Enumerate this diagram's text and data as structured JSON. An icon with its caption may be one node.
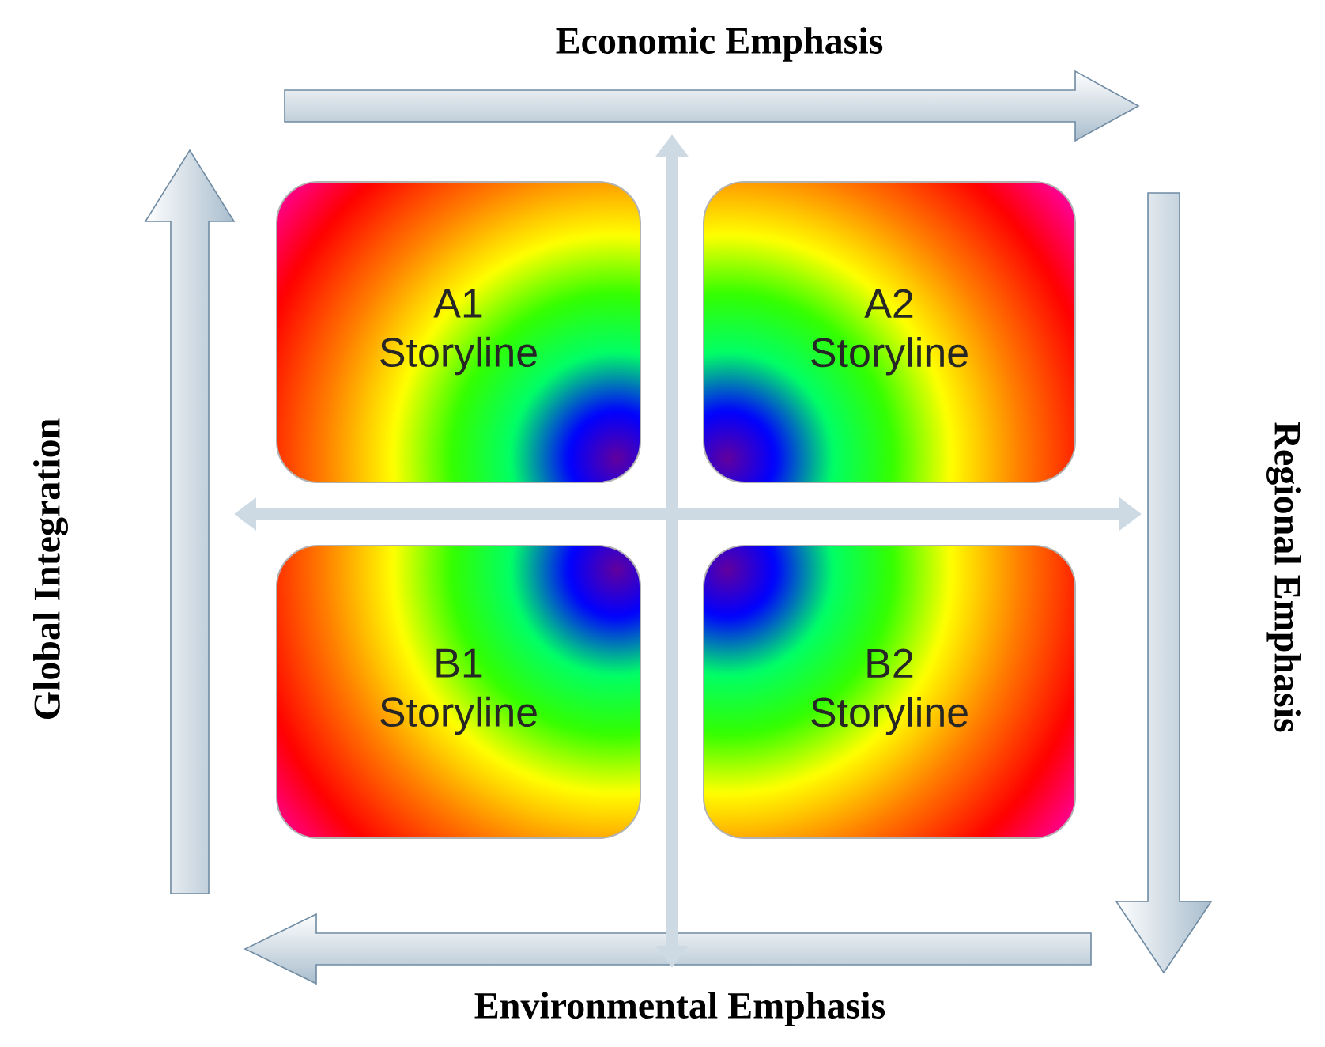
{
  "diagram": {
    "nodes": [
      {
        "text": [
          "A1 Storyline"
        ]
      },
      {
        "text": [
          "A2 Storyline"
        ]
      },
      {
        "text": [
          "B1 Storyline"
        ]
      },
      {
        "text": [
          "B2 Storyline"
        ]
      }
    ],
    "labels": [
      "Economic Emphasis",
      "Global Integration",
      "Regional Emphasis",
      "Environmental Emphasis"
    ]
  }
}
